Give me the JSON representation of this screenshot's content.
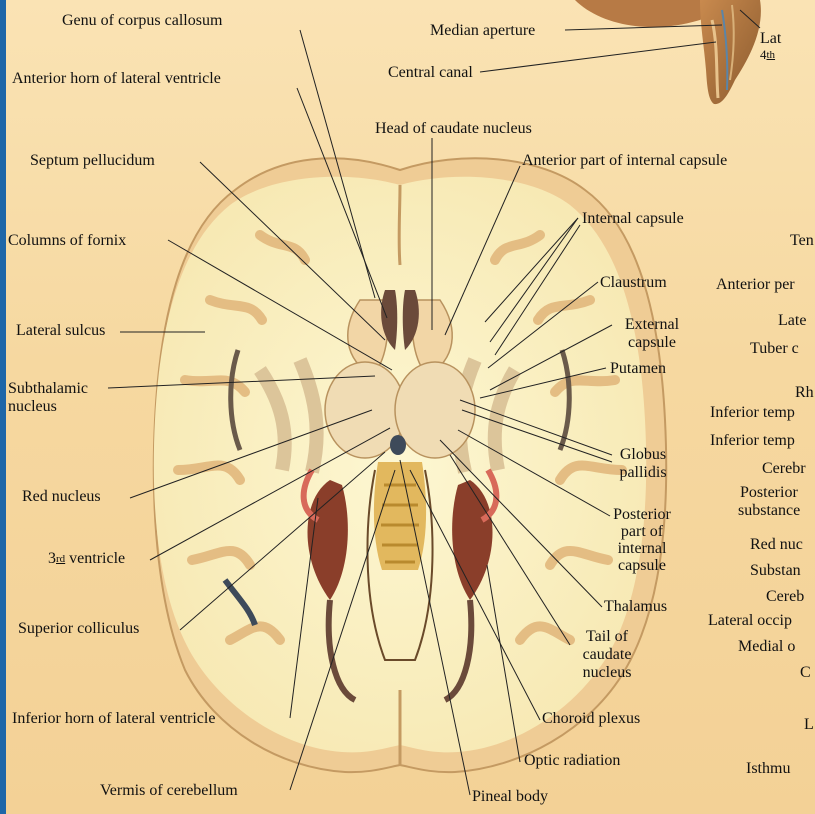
{
  "labels": {
    "genu_corpus_callosum": "Genu of corpus callosum",
    "median_aperture": "Median aperture",
    "lateral_aperture_partial": "Lat",
    "fourth_partial_num": "4",
    "fourth_partial_sup": "th",
    "central_canal": "Central canal",
    "anterior_horn": "Anterior horn of lateral ventricle",
    "head_caudate": "Head of caudate nucleus",
    "septum_pellucidum": "Septum pellucidum",
    "anterior_internal_capsule": "Anterior part of internal capsule",
    "internal_capsule": "Internal capsule",
    "columns_fornix": "Columns of fornix",
    "claustrum": "Claustrum",
    "external_capsule_1": "External",
    "external_capsule_2": "capsule",
    "lateral_sulcus": "Lateral sulcus",
    "putamen": "Putamen",
    "subthalamic_1": "Subthalamic",
    "subthalamic_2": "nucleus",
    "globus_1": "Globus",
    "globus_2": "pallidis",
    "red_nucleus": "Red nucleus",
    "posterior_ic_1": "Posterior",
    "posterior_ic_2": "part of",
    "posterior_ic_3": "internal",
    "posterior_ic_4": "capsule",
    "third_num": "3",
    "third_sup": "rd",
    "third_rest": " ventricle",
    "thalamus": "Thalamus",
    "superior_colliculus": "Superior colliculus",
    "tail_1": "Tail of",
    "tail_2": "caudate",
    "tail_3": "nucleus",
    "inferior_horn": "Inferior horn of lateral ventricle",
    "choroid_plexus": "Choroid plexus",
    "optic_radiation": "Optic radiation",
    "vermis": "Vermis of cerebellum",
    "pineal_body": "Pineal body"
  },
  "right_partial_labels": [
    "Ten",
    "Anterior per",
    "Late",
    "Tuber c",
    "Rh",
    "Inferior temp",
    "Inferior temp",
    "Cerebr",
    "Posterior",
    "substance",
    "Red nuc",
    "Substan",
    "Cereb",
    "Lateral occip",
    "Medial o",
    "C",
    "L",
    "Isthmu"
  ],
  "colors": {
    "background": "#f6d8a0",
    "edge": "#1e66a8",
    "white_matter": "#fbf3c6",
    "grey_matter": "#f0cf9a",
    "line": "#222222"
  }
}
